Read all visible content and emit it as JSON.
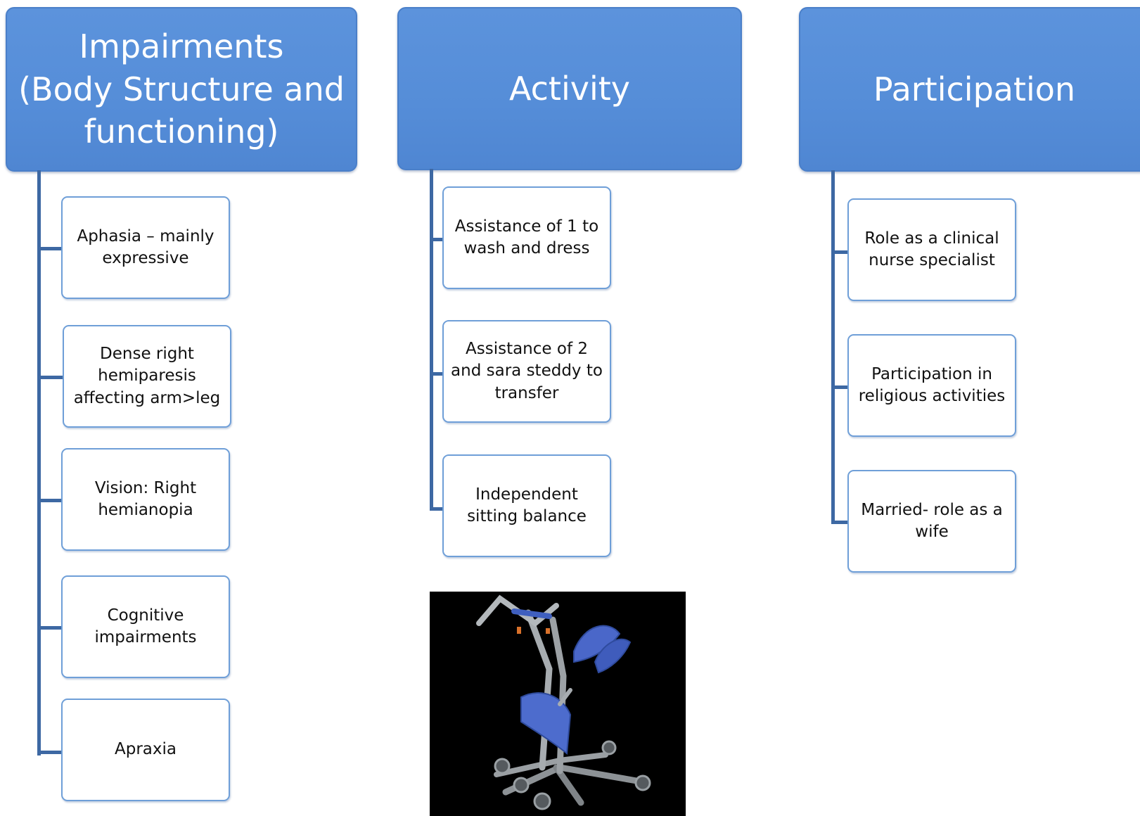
{
  "columns": [
    {
      "title": "Impairments\n(Body Structure and functioning)",
      "items": [
        "Aphasia – mainly expressive",
        "Dense right hemiparesis affecting arm>leg",
        "Vision: Right hemianopia",
        "Cognitive impairments",
        "Apraxia"
      ]
    },
    {
      "title": "Activity",
      "items": [
        "Assistance of 1 to wash and dress",
        "Assistance of 2 and sara steddy to transfer",
        "Independent sitting balance"
      ]
    },
    {
      "title": "Participation",
      "items": [
        "Role as a clinical nurse specialist",
        "Participation in religious activities",
        "Married- role as a wife"
      ]
    }
  ],
  "colors": {
    "header_fill": "#558dd8",
    "header_border": "#4a7fc9",
    "spine": "#3d68a3",
    "box_border": "#6f9fd8",
    "photo_background": "#000000"
  },
  "photo": {
    "icon": "standing-transfer-aid-image"
  }
}
